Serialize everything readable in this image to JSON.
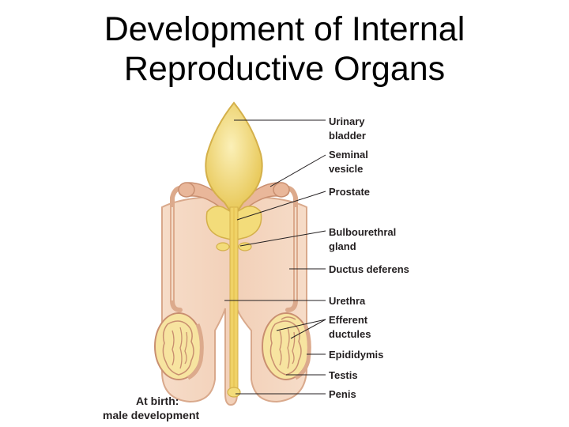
{
  "title": {
    "line1": "Development of Internal",
    "line2": "Reproductive Organs"
  },
  "labels": {
    "urinary_bladder": [
      "Urinary",
      "bladder"
    ],
    "seminal_vesicle": [
      "Seminal",
      "vesicle"
    ],
    "prostate": "Prostate",
    "bulbourethral_gland": [
      "Bulbourethral",
      "gland"
    ],
    "ductus_deferens": "Ductus deferens",
    "urethra": "Urethra",
    "efferent_ductules": [
      "Efferent",
      "ductules"
    ],
    "epididymis": "Epididymis",
    "testis": "Testis",
    "penis": "Penis"
  },
  "caption": {
    "line1": "At birth:",
    "line2": "male development"
  },
  "colors": {
    "skin": "#f3d7c3",
    "skin_outline": "#d9a98c",
    "duct": "#dcaa8c",
    "organ_yellow": "#f3dc7a",
    "organ_yellow_dark": "#e0c04a",
    "leader": "#231f20"
  }
}
